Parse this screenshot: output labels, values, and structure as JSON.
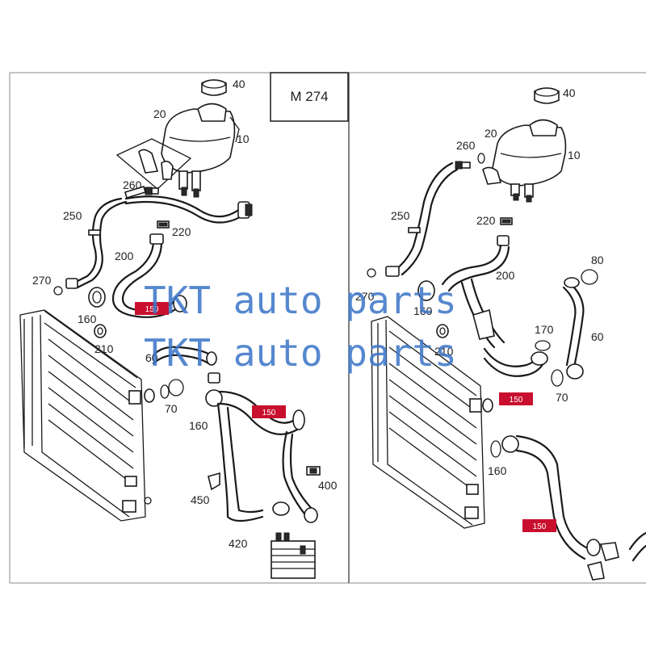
{
  "model_label": "M 274",
  "colors": {
    "badge": "#c8102e",
    "watermark": "#3f78c9",
    "line": "#1a1a1a"
  },
  "watermark": {
    "line1": "TKT auto parts",
    "line2": "TKT auto parts"
  },
  "left_panel": {
    "callouts": [
      "40",
      "20",
      "10",
      "260",
      "250",
      "220",
      "200",
      "270",
      "160",
      "210",
      "60",
      "70",
      "160",
      "450",
      "400",
      "420"
    ],
    "badges": [
      "150",
      "150"
    ]
  },
  "right_panel": {
    "callouts": [
      "40",
      "20",
      "260",
      "10",
      "250",
      "220",
      "200",
      "80",
      "270",
      "160",
      "210",
      "170",
      "60",
      "70",
      "160"
    ],
    "badges": [
      "150",
      "150"
    ]
  }
}
